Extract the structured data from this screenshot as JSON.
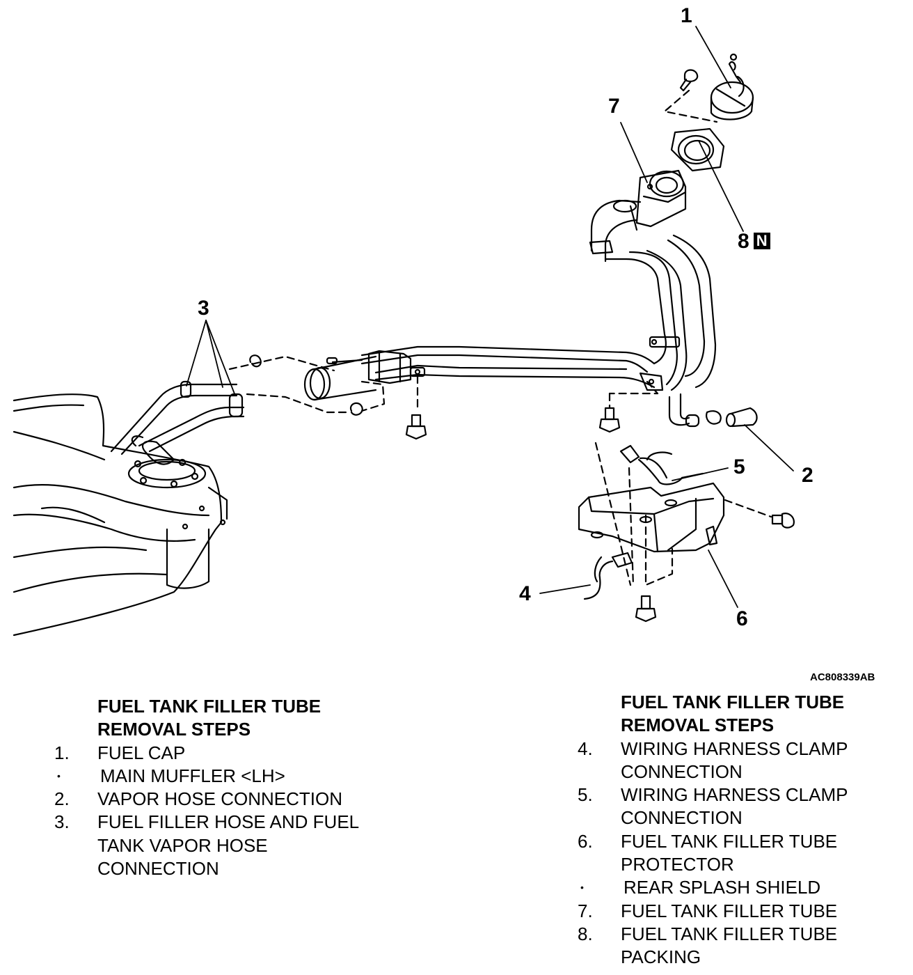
{
  "figure_code": "AC808339AB",
  "callouts": {
    "c1": "1",
    "c2": "2",
    "c3": "3",
    "c4": "4",
    "c5": "5",
    "c6": "6",
    "c7": "7",
    "c8": "8",
    "c8_badge": "N"
  },
  "left_steps": {
    "heading_line1": "FUEL TANK FILLER TUBE",
    "heading_line2": "REMOVAL STEPS",
    "items": [
      {
        "marker": "1.",
        "text": "FUEL CAP"
      },
      {
        "marker": "•",
        "text": "MAIN MUFFLER <LH>"
      },
      {
        "marker": "2.",
        "text": "VAPOR HOSE CONNECTION"
      },
      {
        "marker": "3.",
        "text": "FUEL FILLER HOSE AND FUEL TANK VAPOR HOSE CONNECTION"
      }
    ]
  },
  "right_steps": {
    "heading_line1": "FUEL TANK FILLER TUBE",
    "heading_line2": "REMOVAL STEPS",
    "items": [
      {
        "marker": "4.",
        "text": "WIRING HARNESS CLAMP CONNECTION"
      },
      {
        "marker": "5.",
        "text": "WIRING HARNESS CLAMP CONNECTION"
      },
      {
        "marker": "6.",
        "text": "FUEL TANK FILLER TUBE PROTECTOR"
      },
      {
        "marker": "•",
        "text": "REAR SPLASH SHIELD"
      },
      {
        "marker": "7.",
        "text": "FUEL TANK FILLER TUBE"
      },
      {
        "marker": "8.",
        "text": "FUEL TANK FILLER TUBE PACKING"
      }
    ]
  }
}
